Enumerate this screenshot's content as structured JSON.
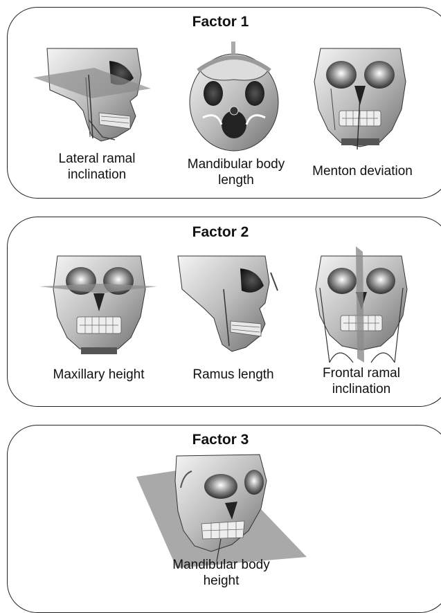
{
  "panels": [
    {
      "title": "Factor 1",
      "figures": [
        {
          "caption": "Lateral ramal\ninclination",
          "view": "lateral-skull"
        },
        {
          "caption": "Mandibular body\nlength",
          "view": "inferior-skull"
        },
        {
          "caption": "Menton deviation",
          "view": "frontal-skull"
        }
      ]
    },
    {
      "title": "Factor 2",
      "figures": [
        {
          "caption": "Maxillary height",
          "view": "frontal-skull"
        },
        {
          "caption": "Ramus length",
          "view": "lateral-skull"
        },
        {
          "caption": "Frontal ramal\ninclination",
          "view": "frontal-skull"
        }
      ]
    },
    {
      "title": "Factor 3",
      "figures": [
        {
          "caption": "Mandibular body\nheight",
          "view": "oblique-skull"
        }
      ]
    }
  ]
}
